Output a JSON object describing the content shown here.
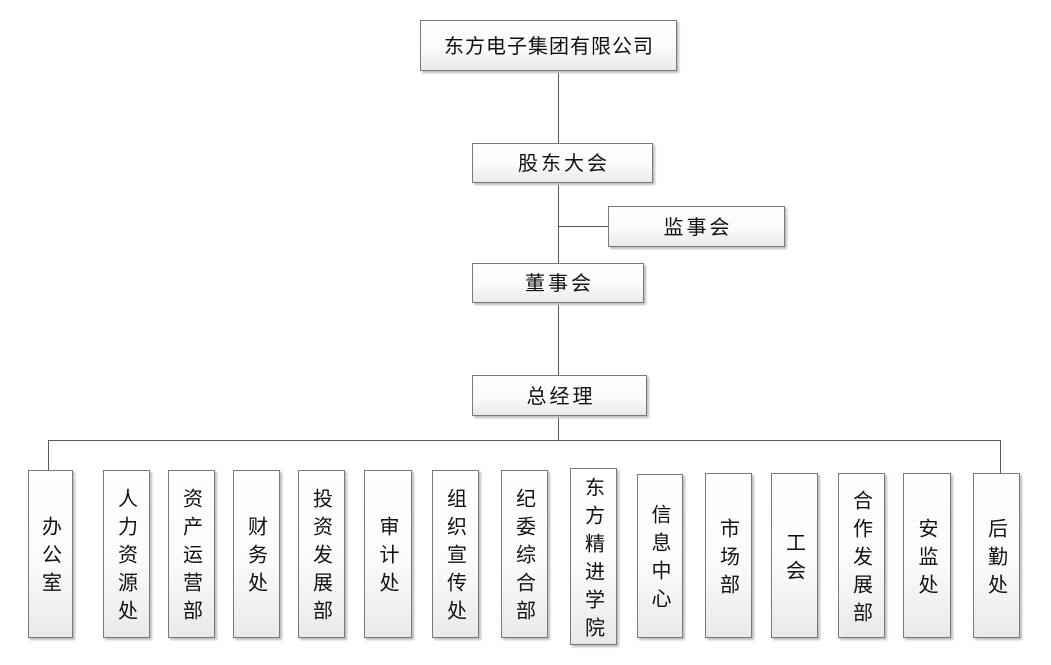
{
  "colors": {
    "box_border": "#7a7a7a",
    "box_fill_top": "#ffffff",
    "box_fill_bottom": "#e9e9e9",
    "connector_line": "#595959",
    "text": "#111111",
    "background": "#ffffff"
  },
  "nodes": {
    "company": {
      "label": "东方电子集团有限公司"
    },
    "shareholders_meeting": {
      "label": "股东大会"
    },
    "supervisory_board": {
      "label": "监事会"
    },
    "board_of_directors": {
      "label": "董事会"
    },
    "general_manager": {
      "label": "总经理"
    }
  },
  "departments": [
    {
      "label": "办公室"
    },
    {
      "label": "人力资源处"
    },
    {
      "label": "资产运营部"
    },
    {
      "label": "财务处"
    },
    {
      "label": "投资发展部"
    },
    {
      "label": "审计处"
    },
    {
      "label": "组织宣传处"
    },
    {
      "label": "纪委综合部"
    },
    {
      "label": "东方精进学院"
    },
    {
      "label": "信息中心"
    },
    {
      "label": "市场部"
    },
    {
      "label": "工会"
    },
    {
      "label": "合作发展部"
    },
    {
      "label": "安监处"
    },
    {
      "label": "后勤处"
    }
  ]
}
